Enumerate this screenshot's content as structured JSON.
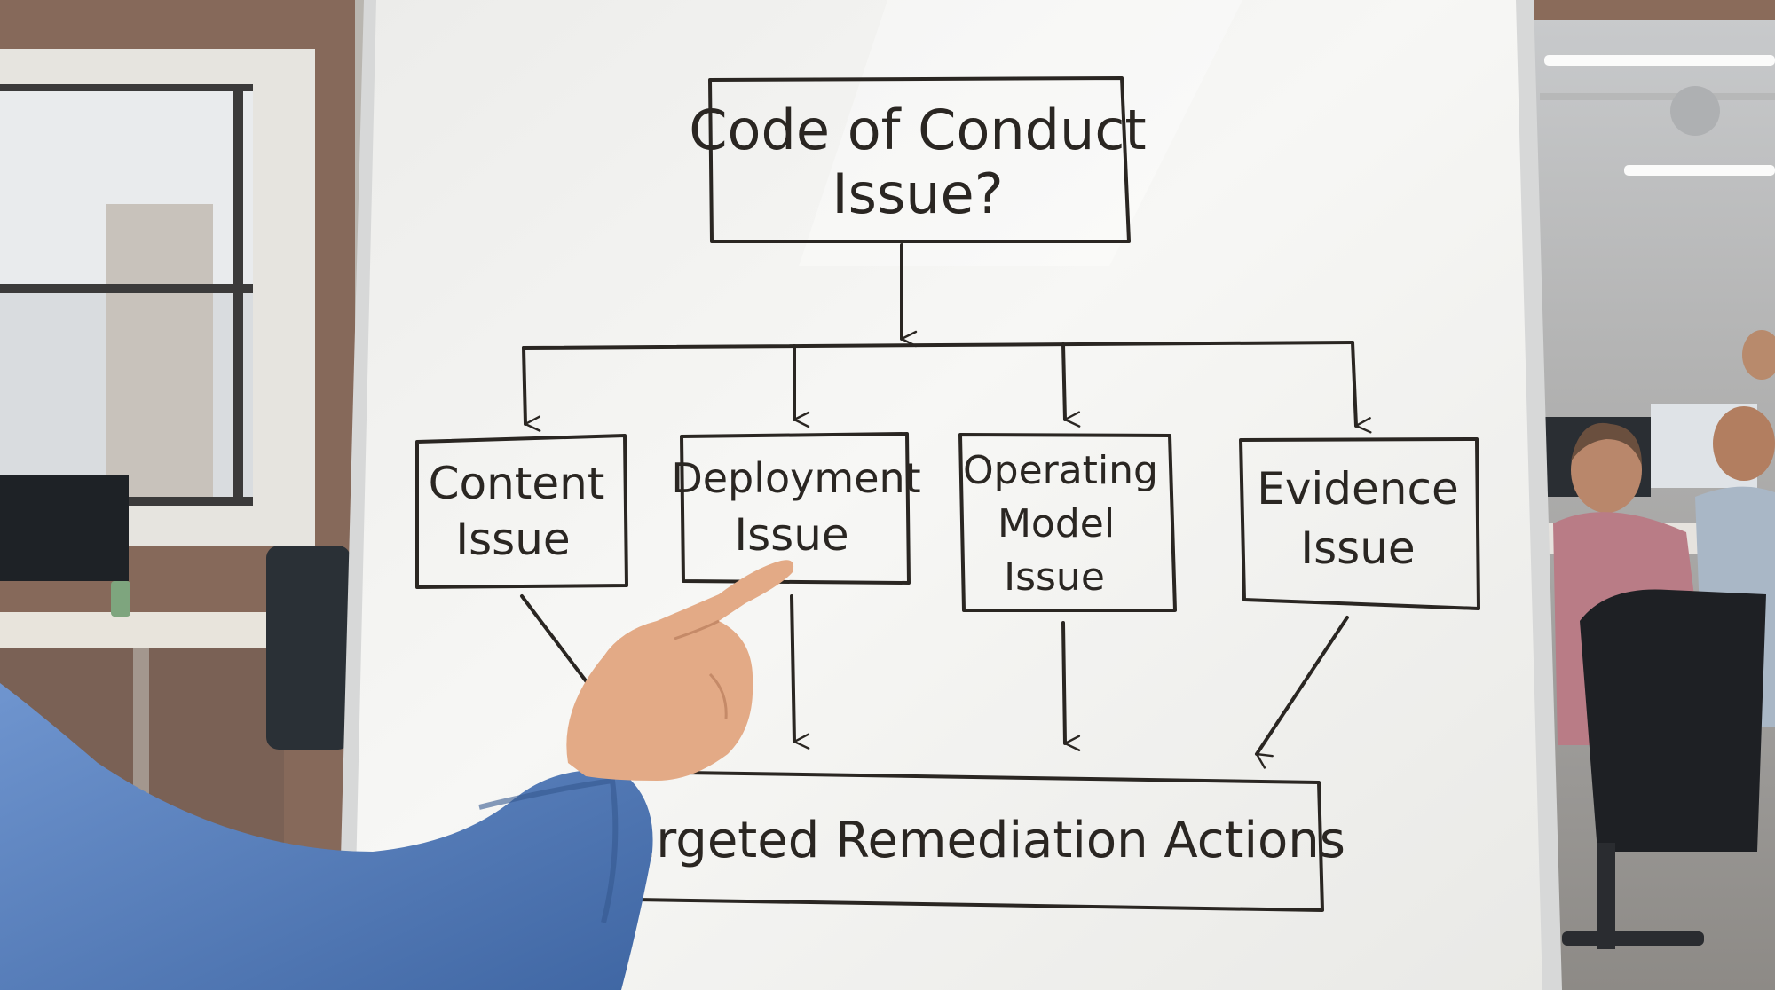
{
  "flowchart": {
    "question": {
      "line1": "Code of Conduct",
      "line2": "Issue?"
    },
    "branches": [
      {
        "line1": "Content",
        "line2": "Issue",
        "line3": ""
      },
      {
        "line1": "Deployment",
        "line2": "Issue",
        "line3": ""
      },
      {
        "line1": "Operating",
        "line2": "Model",
        "line3": "Issue"
      },
      {
        "line1": "Evidence",
        "line2": "Issue",
        "line3": ""
      }
    ],
    "outcome": "Targeted Remediation Actions"
  },
  "colors": {
    "marker": "#2a2622",
    "board": "#f4f4f1",
    "shirt": "#5a82bf",
    "skin": "#e3aa86"
  }
}
